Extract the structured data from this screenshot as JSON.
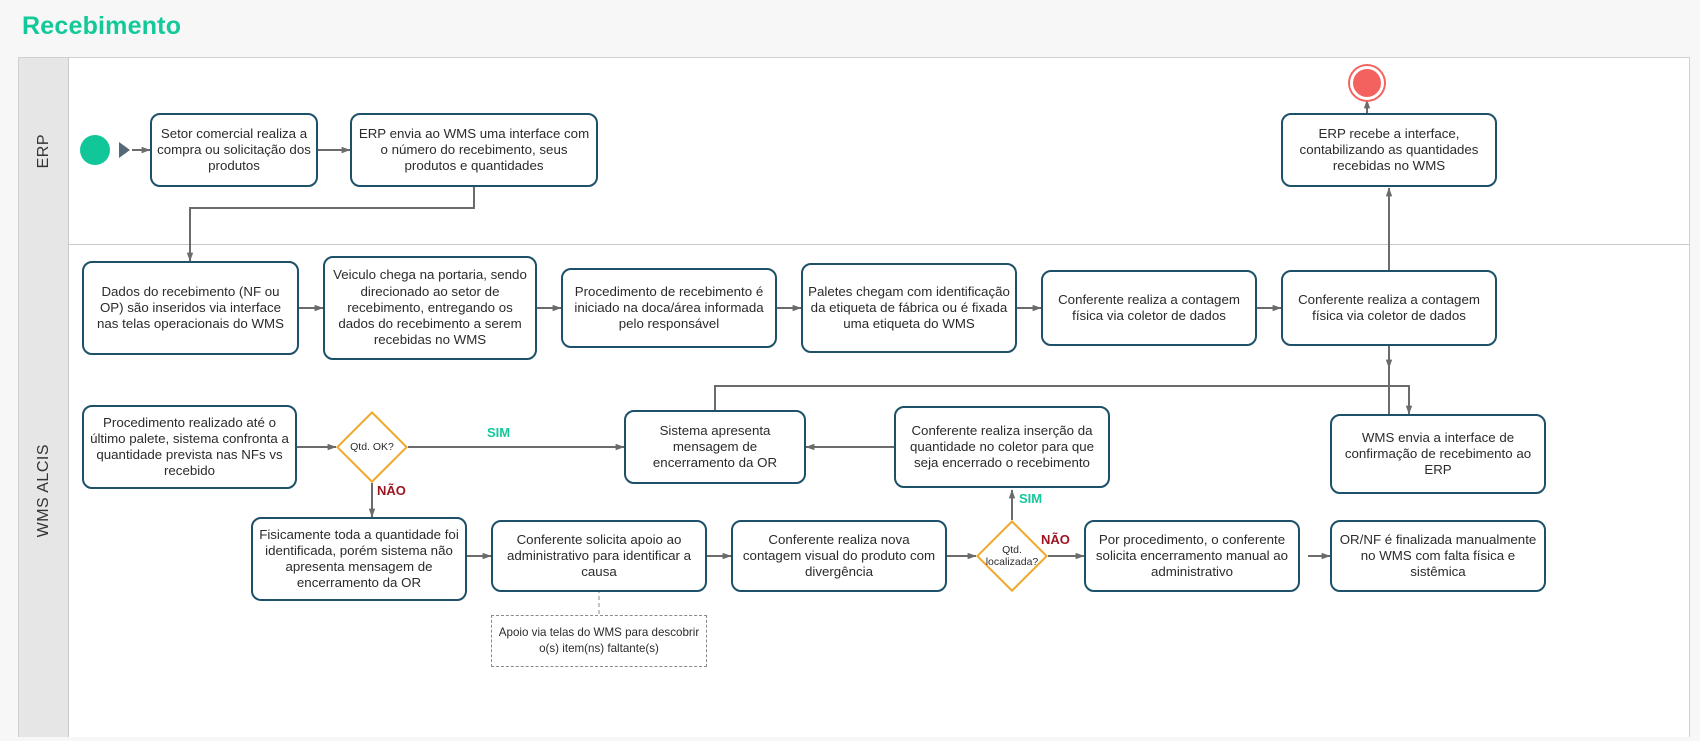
{
  "page": {
    "title": "Recebimento",
    "title_color": "#13c99a"
  },
  "lanes": [
    {
      "id": "erp",
      "label": "ERP"
    },
    {
      "id": "wms",
      "label": "WMS ALCIS"
    }
  ],
  "events": {
    "start": {
      "name": "start-event",
      "label": ""
    },
    "end": {
      "name": "end-event",
      "label": ""
    }
  },
  "colors": {
    "task_border": "#1d5069",
    "gateway_border": "#f0a82b",
    "start_fill": "#11c79a",
    "end_fill": "#f4625f",
    "connector": "#6b6b6b",
    "label_yes": "#12c79a",
    "label_no": "#9c1520"
  },
  "tasks": [
    {
      "id": "t1",
      "text": "Setor comercial realiza a compra ou solicitação dos produtos"
    },
    {
      "id": "t2",
      "text": "ERP envia ao WMS uma interface com o número do recebimento, seus produtos e quantidades"
    },
    {
      "id": "t3",
      "text": "ERP recebe a interface, contabilizando as quantidades recebidas no WMS"
    },
    {
      "id": "t4",
      "text": "Dados do recebimento (NF ou OP) são inseridos via interface nas telas operacionais do WMS"
    },
    {
      "id": "t5",
      "text": "Veiculo chega na portaria, sendo direcionado ao setor de recebimento, entregando os dados do recebimento a serem recebidas no WMS"
    },
    {
      "id": "t6",
      "text": "Procedimento de recebimento é iniciado na doca/área informada pelo responsável"
    },
    {
      "id": "t7",
      "text": "Paletes chegam com identificação da etiqueta de fábrica ou é fixada uma etiqueta do WMS"
    },
    {
      "id": "t8",
      "text": "Conferente realiza a contagem física via coletor de dados"
    },
    {
      "id": "t9",
      "text": "Conferente realiza a contagem física via coletor de dados"
    },
    {
      "id": "t10",
      "text": "Procedimento realizado até o último palete, sistema confronta a quantidade prevista nas NFs vs recebido"
    },
    {
      "id": "t11",
      "text": "Sistema apresenta mensagem de encerramento da OR"
    },
    {
      "id": "t12",
      "text": "Conferente realiza inserção da quantidade no coletor para que seja encerrado o recebimento"
    },
    {
      "id": "t13",
      "text": "WMS envia a interface de confirmação de recebimento ao ERP"
    },
    {
      "id": "t14",
      "text": "Fisicamente toda a quantidade foi identificada, porém sistema não apresenta mensagem de encerramento da OR"
    },
    {
      "id": "t15",
      "text": "Conferente solicita apoio ao administrativo para identificar a causa"
    },
    {
      "id": "t16",
      "text": "Conferente realiza nova contagem visual do produto com divergência"
    },
    {
      "id": "t17",
      "text": "Por procedimento, o conferente solicita encerramento manual ao administrativo"
    },
    {
      "id": "t18",
      "text": "OR/NF é finalizada manualmente no WMS com falta física e sistêmica"
    }
  ],
  "gateways": [
    {
      "id": "g1",
      "text": "Qtd. OK?"
    },
    {
      "id": "g2",
      "line1": "Qtd.",
      "line2": "localizada?"
    }
  ],
  "edge_labels": [
    {
      "id": "e1",
      "text": "SIM",
      "kind": "yes"
    },
    {
      "id": "e2",
      "text": "NÃO",
      "kind": "no"
    },
    {
      "id": "e3",
      "text": "SIM",
      "kind": "yes"
    },
    {
      "id": "e4",
      "text": "NÃO",
      "kind": "no"
    }
  ],
  "annotations": [
    {
      "id": "a1",
      "line1": "Apoio via telas do WMS para descobrir",
      "line2": "o(s) item(ns) faltante(s)"
    }
  ]
}
